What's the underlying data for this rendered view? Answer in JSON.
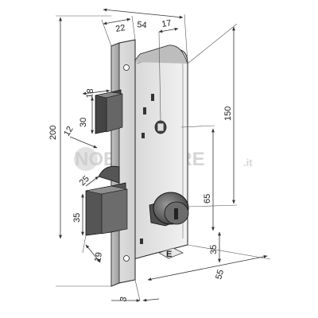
{
  "watermark": {
    "brand": "NOBILISTORE",
    "suffix": ".it"
  },
  "dimensions": {
    "height_total": "200",
    "faceplate_width": "22",
    "case_width": "54",
    "backset": "17",
    "latch_width": "18",
    "latch_height": "30",
    "latch_offset": "12",
    "case_height": "150",
    "bolt_offset": "25",
    "bolt_height": "35",
    "bolt_depth": "19",
    "cylinder_height": "65",
    "cylinder_offset": "35",
    "depth": "55",
    "faceplate_thickness": "3"
  },
  "cylinder_label": "E"
}
